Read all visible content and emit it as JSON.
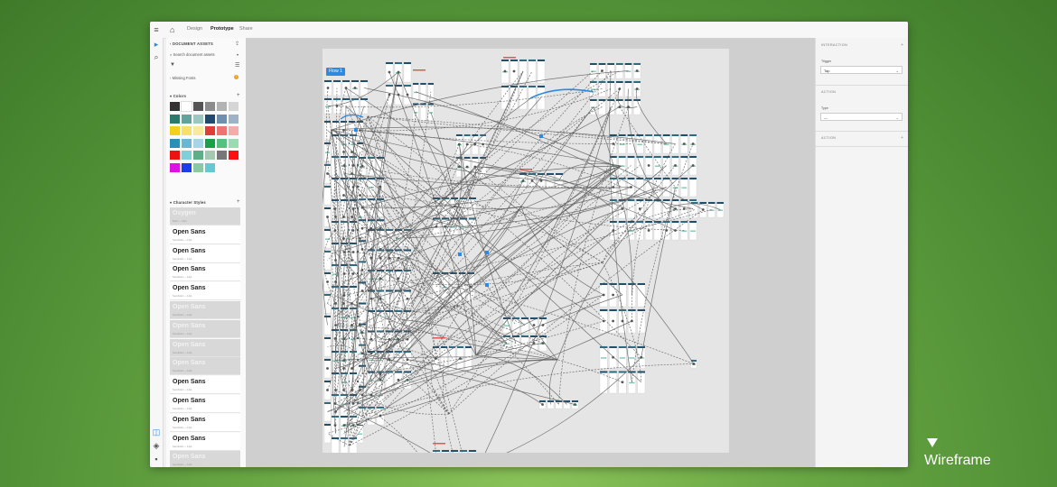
{
  "topbar": {
    "tabs": [
      "Design",
      "Prototype",
      "Share"
    ],
    "active_tab": "Prototype"
  },
  "assets_panel": {
    "title": "DOCUMENT ASSETS",
    "search_placeholder": "Search document assets",
    "missing_fonts_label": "Missing Fonts",
    "colors_label": "Colors",
    "character_styles_label": "Character Styles",
    "colors": [
      "#333333",
      "#ffffff",
      "#555555",
      "#8c8c8c",
      "#b3b3b3",
      "#d5d5d5",
      "#2c7a6b",
      "#5fa39a",
      "#9cc6c0",
      "#1e4a6e",
      "#6f8fad",
      "#9fb3c8",
      "#f0d020",
      "#f5e06a",
      "#f8ea9c",
      "#e23b3b",
      "#ee7474",
      "#f6aaaa",
      "#2a8fb5",
      "#6ab6d6",
      "#a6d6e6",
      "#1aa148",
      "#57c07e",
      "#99dcb1",
      "#ee1111",
      "#7fd0d8",
      "#5fae8a",
      "#a3c9b0",
      "#777777",
      "#ff1010",
      "#e010e0",
      "#1a3ee8",
      "#8ac9a3",
      "#64c9d1"
    ],
    "character_styles": [
      {
        "name": "Oxygen",
        "meta": "Bold — 14pt",
        "selected": true
      },
      {
        "name": "Open Sans",
        "meta": "Semibold — 14pt",
        "selected": false
      },
      {
        "name": "Open Sans",
        "meta": "Semibold — 14pt",
        "selected": false
      },
      {
        "name": "Open Sans",
        "meta": "Semibold — 14pt",
        "selected": false
      },
      {
        "name": "Open Sans",
        "meta": "Semibold — 14pt",
        "selected": false
      },
      {
        "name": "Open Sans",
        "meta": "Semibold — 14pt",
        "selected": true
      },
      {
        "name": "Open Sans",
        "meta": "Semibold — 14pt",
        "selected": true
      },
      {
        "name": "Open Sans",
        "meta": "Semibold — 14pt",
        "selected": true
      },
      {
        "name": "Open Sans",
        "meta": "Semibold — 14pt",
        "selected": true
      },
      {
        "name": "Open Sans",
        "meta": "Semibold — 14pt",
        "selected": false
      },
      {
        "name": "Open Sans",
        "meta": "Semibold — 14pt",
        "selected": false
      },
      {
        "name": "Open Sans",
        "meta": "Semibold — 14pt",
        "selected": false
      },
      {
        "name": "Open Sans",
        "meta": "Semibold — 14pt",
        "selected": false
      },
      {
        "name": "Open Sans",
        "meta": "Semibold — 14pt",
        "selected": true
      },
      {
        "name": "Open Sans",
        "meta": "Semibold — 14pt",
        "selected": true
      }
    ]
  },
  "canvas": {
    "flow_label": "Flow 1"
  },
  "inspector": {
    "interaction_label": "INTERACTION",
    "trigger_label": "Trigger",
    "trigger_value": "Tap",
    "action_label": "ACTION",
    "type_label": "Type",
    "type_value": "—",
    "action2_label": "ACTION"
  },
  "brand": {
    "name": "Wireframe"
  }
}
